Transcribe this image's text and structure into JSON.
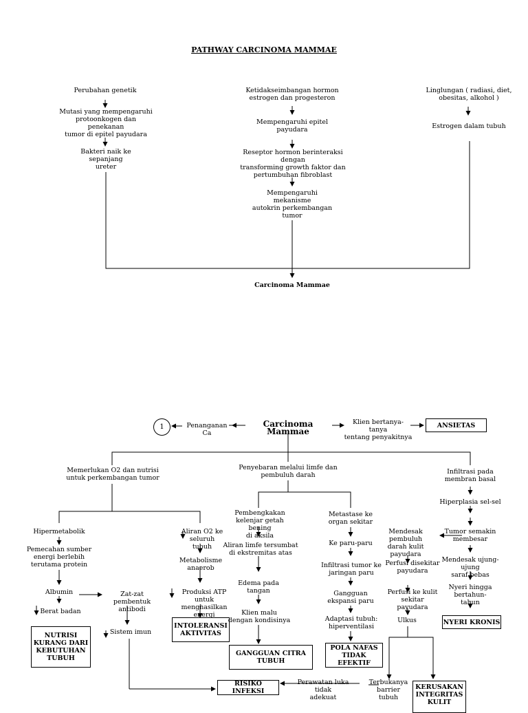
{
  "title": "PATHWAY CARCINOMA MAMMAE",
  "top": {
    "left": [
      "Perubahan genetik",
      "Mutasi yang mempengaruhi\nprotoonkogen dan penekanan\ntumor di epitel payudara",
      "Bakteri naik ke sepanjang\nureter"
    ],
    "middle": [
      "Ketidakseimbangan hormon\nestrogen dan progesteron",
      "Mempengaruhi epitel payudara",
      "Reseptor hormon berinteraksi dengan\ntransforming growth faktor dan\npertumbuhan fibroblast",
      "Mempengaruhi mekanisme\nautokrin perkembangan\ntumor"
    ],
    "right": [
      "Linglungan ( radiasi, diet,\nobesitas, alkohol )",
      "Estrogen dalam tubuh"
    ],
    "result": "Carcinoma Mammae"
  },
  "bottom": {
    "circle_label": "1",
    "penanganan": "Penanganan Ca",
    "center": "Carcinoma Mammae",
    "klien": "Klien bertanya-tanya\ntentang penyakitnya",
    "ansietas": "ANSIETAS",
    "memerlukan": "Memerlukan O2 dan nutrisi\nuntuk perkembangan tumor",
    "penyebaran": "Penyebaran melalui limfe dan\npembuluh darah",
    "infiltrasi": "Infiltrasi pada\nmembran basal",
    "hiperplasia": "Hiperplasia sel-sel",
    "hipermetabolik": "Hipermetabolik",
    "pemecahan": "Pemecahan sumber\nenergi berlebih\nterutama protein",
    "albumin": "Albumin",
    "berat_badan": "Berat badan",
    "zat": "Zat-zat pembentuk\nantibodi",
    "sistem_imun": "Sistem imun",
    "nutrisi": "NUTRISI\nKURANG DARI\nKEBUTUHAN\nTUBUH",
    "aliran_o2": "Aliran O2 ke seluruh\ntubuh",
    "metabolisme": "Metabolisme anaerob",
    "produksi": "Produksi ATP untuk\nmenghasilkan energi",
    "intoleransi": "INTOLERANSI\nAKTIVITAS",
    "pembengkakan": "Pembengkakan\nkelenjar getah bening\ndi aksila",
    "aliran_limfe": "Aliran limfe tersumbat\ndi ekstremitas atas",
    "edema": "Edema pada\ntangan",
    "malu": "Klien malu\ndengan kondisinya",
    "citra": "GANGGUAN CITRA\nTUBUH",
    "metastase": "Metastase ke\norgan sekitar",
    "paru": "Ke paru-paru",
    "infiltrasi_tumor": "Infiltrasi tumor ke\njaringan paru",
    "gangguan_ekspansi": "Gangguan\nekspansi paru",
    "adaptasi": "Adaptasi tubuh:\nhiperventilasi",
    "pola_nafas": "POLA NAFAS\nTIDAK EFEKTIF",
    "tumor_membesar": "Tumor semakin\nmembesar",
    "mendesak_pembuluh": "Mendesak pembuluh\ndarah kulit payudara",
    "mendesak_saraf": "Mendesak ujung-ujung\nsaraf bebas",
    "nyeri_hingga": "Nyeri hingga bertahun-\ntahun",
    "nyeri_kronis": "NYERI KRONIS",
    "perfusi_sekitar": "Perfusi disekitar\npayudara",
    "perfusi_kulit": "Perfusi ke kulit\nsekitar payudara",
    "ulkus": "Ulkus",
    "terbukanya": "Terbukanya barrier\ntubuh",
    "perawatan": "Perawatan luka tidak\nadekuat",
    "risiko": "RISIKO INFEKSI",
    "kerusakan": "KERUSAKAN\nINTEGRITAS\nKULIT"
  }
}
